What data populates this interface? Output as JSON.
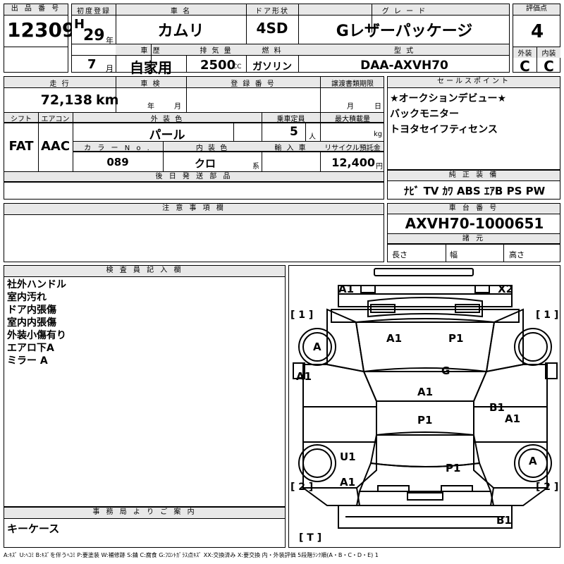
{
  "header": {
    "lot_label": "出 品 番 号",
    "lot_value": "12309",
    "first_reg_label": "初度登録",
    "era": "H",
    "year_value": "29",
    "year_unit": "年",
    "month_value": "7",
    "month_unit": "月",
    "name_label": "車 名",
    "name_value": "カムリ",
    "door_label": "ドア形状",
    "door_value": "4SD",
    "grade_label": "グ レ ー ド",
    "grade_value": "Gレザーパッケージ",
    "score_label": "評価点",
    "score_value": "4",
    "history_label": "車 歴",
    "history_value": "自家用",
    "displacement_label": "排 気 量",
    "displacement_value": "2500",
    "displacement_unit": "CC",
    "fuel_label": "燃 料",
    "fuel_value": "ガソリン",
    "model_label": "型 式",
    "model_value": "DAA-AXVH70",
    "exterior_label": "外装",
    "exterior_value": "C",
    "interior_label": "内装",
    "interior_value": "C"
  },
  "row2": {
    "mileage_label": "走 行",
    "mileage_value": "72,138",
    "mileage_unit": "km",
    "inspection_label": "車 検",
    "inspection_year_unit": "年",
    "inspection_month_unit": "月",
    "regno_label": "登 録 番 号",
    "transfer_label": "譲渡書類期限",
    "transfer_month_unit": "月",
    "transfer_day_unit": "日",
    "shift_label": "シフト",
    "shift_value": "FAT",
    "ac_label": "エアコン",
    "ac_value": "AAC",
    "color_label": "外 装 色",
    "color_value": "パール",
    "capacity_label": "乗車定員",
    "capacity_value": "5",
    "capacity_unit": "人",
    "load_label": "最大積載量",
    "load_unit": "kg",
    "colorno_label": "カ ラ ー N o .",
    "colorno_value": "089",
    "intcolor_label": "内 装 色",
    "intcolor_value": "クロ",
    "intcolor_unit": "系",
    "import_label": "輸 入 車",
    "recycle_label": "リサイクル預託金",
    "recycle_value": "12,400",
    "recycle_unit": "円",
    "later_label": "後 日 発 送 部 品"
  },
  "sales": {
    "label": "セールスポイント",
    "lines": [
      "★オークションデビュー★",
      "バックモニター",
      "トヨタセイフティセンス"
    ]
  },
  "equip": {
    "label": "純 正 装 備",
    "value": "ﾅﾋﾞ TV ｶﾜ ABS ｴｱB PS PW"
  },
  "notes": {
    "label": "注 意 事 項 欄"
  },
  "chassis": {
    "label": "車 台 番 号",
    "value": "AXVH70-1000651",
    "dims_label": "諸 元",
    "length_label": "長さ",
    "width_label": "幅",
    "height_label": "高さ"
  },
  "inspector": {
    "label": "検 査 員 記 入 欄",
    "lines": [
      "社外ハンドル",
      "室内汚れ",
      "ドア内張傷",
      "室内内張傷",
      "外装小傷有り",
      "エアロ下A",
      "ミラー A"
    ]
  },
  "office": {
    "label": "事 務 局 よ り ご 案 内",
    "value": "キーケース"
  },
  "legend": "A:ｷｽﾞ U:ﾍｺﾐ B:ｷｽﾞを伴うﾍｺﾐ P:要塗装 W:補修跡 S:錆 C:腐食 G:ﾌﾛﾝﾄｶﾞﾗｽ点ｷｽﾞ XX:交換済み X:要交換 内・外装評価 5段階ﾗﾝｸ順(A・B・C・D・E) 1",
  "diagram": {
    "marks": {
      "a1_top": "A1",
      "x2_top": "X2",
      "bracket_tl": "[ 1 ]",
      "bracket_tr": "[ 1 ]",
      "bracket_bl": "[ 2 ]",
      "bracket_br": "[ 2 ]",
      "bracket_t": "[ T ]",
      "wheel_fl": "A",
      "wheel_br": "A",
      "hood_a1": "A1",
      "hood_p1": "P1",
      "glass_g": "G",
      "left_a1": "A1",
      "roof_a1": "A1",
      "roof_p1": "P1",
      "right_b1": "B1",
      "right_a1": "A1",
      "rear_u1": "U1",
      "rear_a1": "A1",
      "trunk_p1": "P1",
      "bottom_b1": "B1"
    }
  }
}
